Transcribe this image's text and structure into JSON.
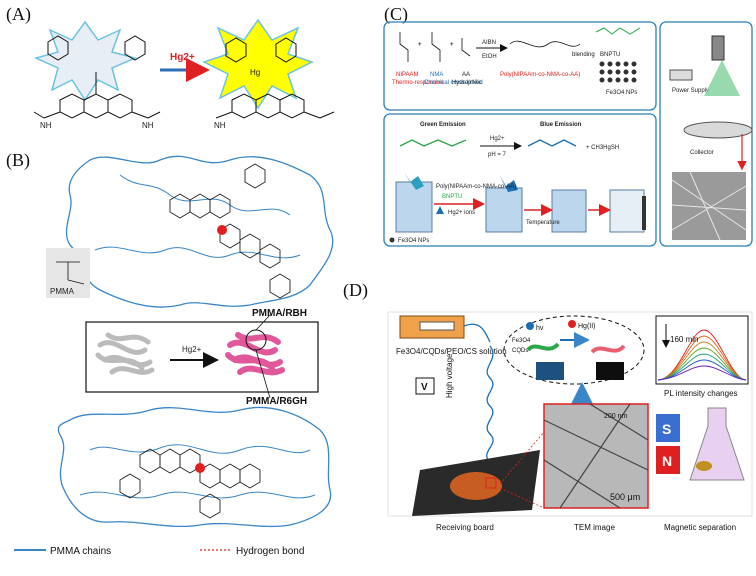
{
  "panels": {
    "A": {
      "label": "(A)",
      "arrow_label": "Hg2+"
    },
    "B": {
      "label": "(B)",
      "pmma": "PMMA",
      "top_title": "PMMA/RBH",
      "bottom_title": "PMMA/R6GH",
      "ion": "Hg2+",
      "legend_chains": "PMMA chains",
      "legend_hbond": "Hydrogen bond"
    },
    "C": {
      "label": "(C)",
      "nipaam": "NIPAAM",
      "nipaam_sub": "Thermo-responsive",
      "nma": "NMA",
      "nma_sub": "Chemical cross-linked",
      "aa": "AA",
      "aa_sub": "Hydrophilic",
      "aibn": "AIBN",
      "etoh": "EtOH",
      "polymer": "Poly(NIPAAm-co-NMA-co-AA)",
      "blending": "blending",
      "bnptu": "BNPTU",
      "fe3o4": "Fe3O4 NPs",
      "green_emission": "Green Emission",
      "blue_emission": "Blue Emission",
      "hg_cond": "Hg2+",
      "ph": "pH = 7",
      "ch3hgsh": "+ CH3HgSH",
      "legend_poly": "Poly(NIPAAm-co-NMA-co-AA)",
      "legend_bnptu": "BNPTU",
      "legend_hg": "Hg2+ ions",
      "temperature": "Temperature",
      "fe3o4_np": "Fe3O4 NPs",
      "power_supply": "Power Supply",
      "collector": "Collector"
    },
    "D": {
      "label": "(D)",
      "solution": "Fe3O4/CQDs/PEO/CS solution",
      "high_voltage": "High voltage",
      "v": "V",
      "hv": "hv",
      "hg": "Hg(II)",
      "fe3o4": "Fe3O4",
      "cqds": "CQDs",
      "time": "160 min",
      "pl": "PL intensity changes",
      "scale_top": "200 nm",
      "scale_bottom": "500 μm",
      "receiving": "Receiving board",
      "tem": "TEM image",
      "magnetic": "Magnetic separation",
      "s": "S",
      "n": "N"
    }
  },
  "colors": {
    "chain_blue": "#3a86c8",
    "hg_arrow": "#e02020",
    "yellow_star": "#ffff00",
    "pink_ball": "#e0579a",
    "panel_border": "#2c7fb8"
  }
}
